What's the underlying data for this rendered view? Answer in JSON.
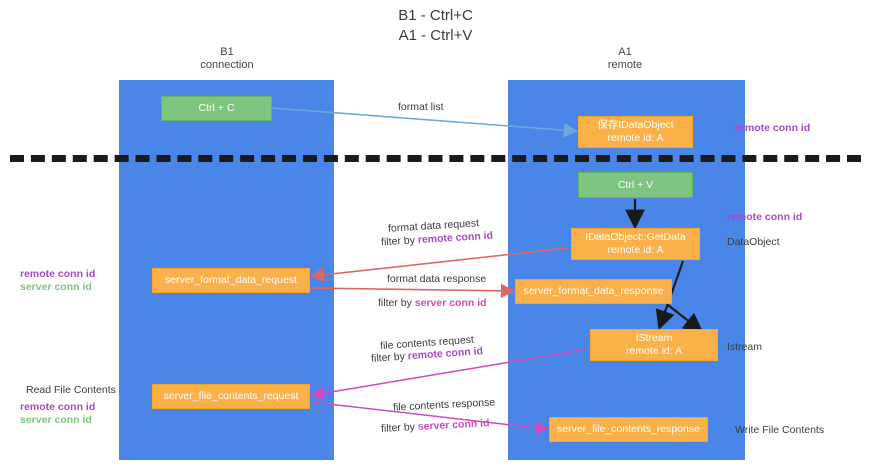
{
  "title": {
    "line1": "B1 - Ctrl+C",
    "line2": "A1 - Ctrl+V"
  },
  "columns": [
    {
      "name": "B1",
      "role": "connection"
    },
    {
      "name": "A1",
      "role": "remote"
    }
  ],
  "boxes": {
    "ctrl_c": {
      "label": "Ctrl + C",
      "color": "#7fc47f"
    },
    "save_idataobject": {
      "line1": "保存IDataObject",
      "line2": "remote id: A",
      "color": "#fbb04a"
    },
    "ctrl_v": {
      "label": "Ctrl + V",
      "color": "#7fc47f"
    },
    "getdata": {
      "line1": "IDataObject::GetData",
      "line2": "remote id: A",
      "color": "#fbb04a"
    },
    "server_format_data_request": {
      "label": "server_format_data_request",
      "color": "#fbb04a"
    },
    "server_format_data_response": {
      "label": "server_format_data_response",
      "color": "#fbb04a"
    },
    "istream": {
      "line1": "IStream",
      "line2": "remote id: A",
      "color": "#fbb04a"
    },
    "server_file_contents_request": {
      "label": "server_file_contents_request",
      "color": "#fbb04a"
    },
    "server_file_contents_response": {
      "label": "server_file_contents_response",
      "color": "#fbb04a"
    }
  },
  "edge_labels": {
    "format_list": "format list",
    "format_data_request": "format data request",
    "format_data_request_filter_prefix": "filter by ",
    "format_data_request_filter_key": "remote conn id",
    "format_data_response": "format data response",
    "format_data_response_filter_prefix": "filter by ",
    "format_data_response_filter_key": "server conn id",
    "file_contents_request": "file contents request",
    "file_contents_request_filter_prefix": "filter by ",
    "file_contents_request_filter_key": "remote conn id",
    "file_contents_response": "file contents response",
    "file_contents_response_filter_prefix": "filter by ",
    "file_contents_response_filter_key": "server conn id"
  },
  "side_labels": {
    "remote_conn_id_top": "remote conn id",
    "remote_conn_id_mid": "remote conn id",
    "dataobject": "DataObject",
    "istream": "Istream",
    "write_file_contents": "Write File Contents",
    "read_file_contents": "Read File Contents",
    "left_remote_conn_id_1": "remote conn id",
    "left_server_conn_id_1": "server conn id",
    "left_remote_conn_id_2": "remote conn id",
    "left_server_conn_id_2": "server conn id"
  },
  "colors": {
    "band": "#4a86e8",
    "green_box": "#7fc47f",
    "orange_box": "#fbb04a",
    "purple": "#a64ac9",
    "pink": "#cf4bbd",
    "red_arrow": "#e06666",
    "blue_arrow": "#6fa8dc",
    "black_arrow": "#1a1a1a",
    "divider": "#1a1a1a"
  }
}
